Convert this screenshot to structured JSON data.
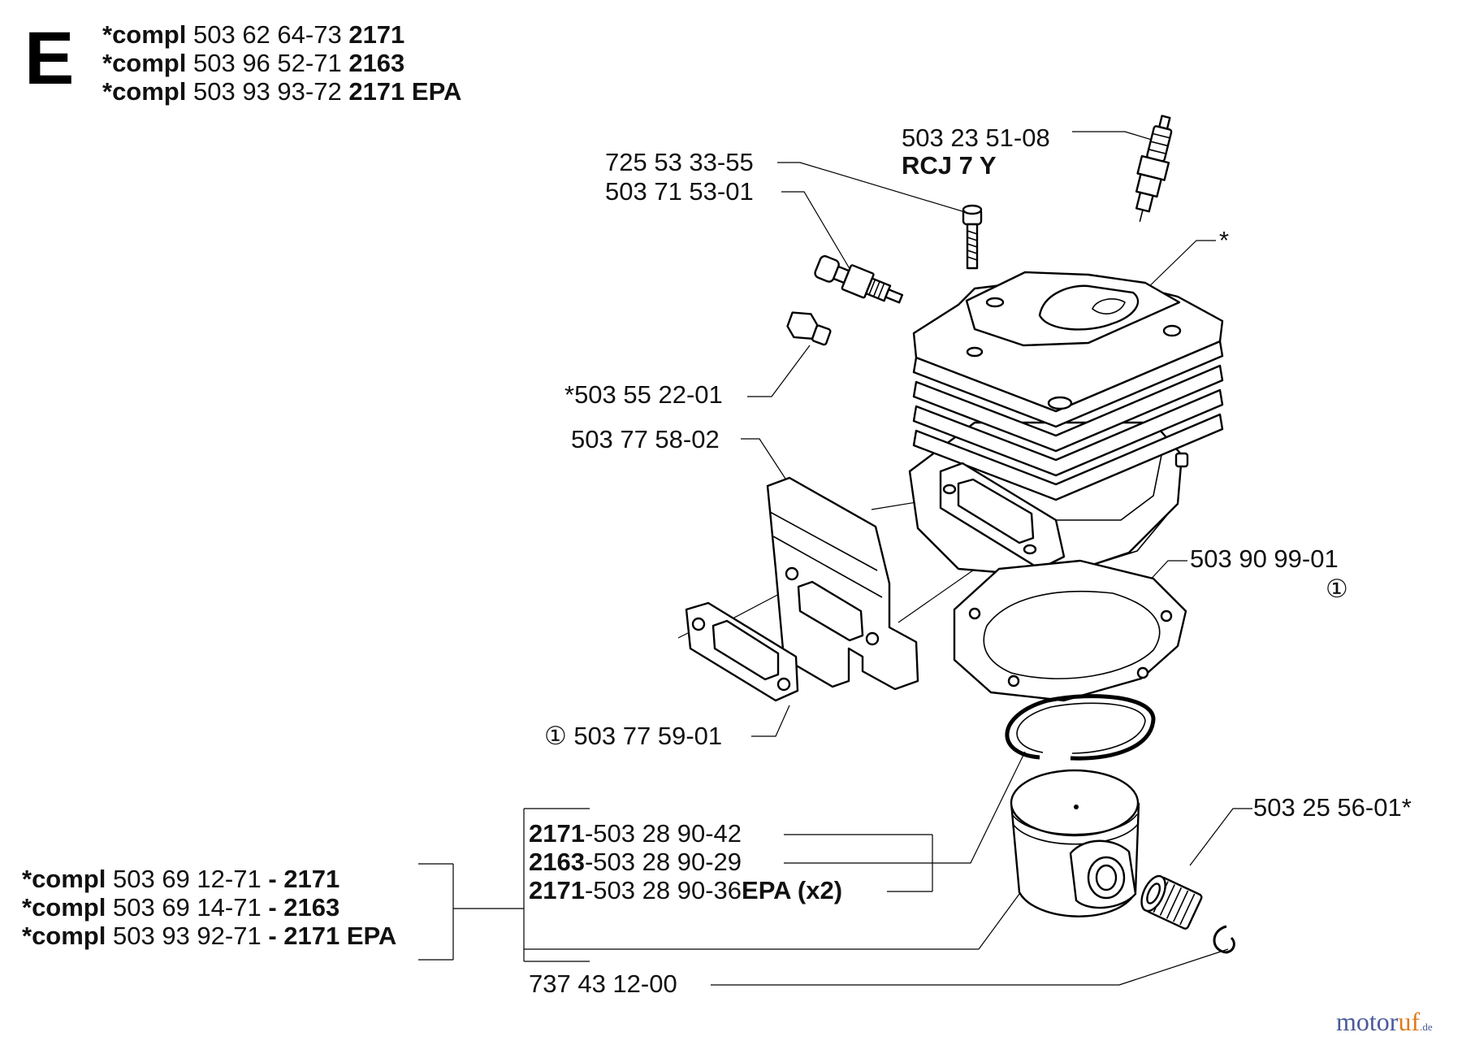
{
  "section": "E",
  "header_rows": [
    {
      "prefix": "*compl",
      "number": "503 62 64-73",
      "model": "2171"
    },
    {
      "prefix": "*compl",
      "number": "503 96 52-71",
      "model": "2163"
    },
    {
      "prefix": "*compl",
      "number": "503 93 93-72",
      "model": "2171 EPA"
    }
  ],
  "parts": {
    "spark_plug": {
      "number": "503 23 51-08",
      "type": "RCJ 7 Y"
    },
    "screw": "725 53 33-55",
    "decomp_valve": "503 71 53-01",
    "plug": "*503 55 22-01",
    "cylinder": "*",
    "heat_shield": "503 77 58-02",
    "base_gasket": "503 90 99-01",
    "base_gasket_note": "①",
    "exhaust_gasket": "① 503 77 59-01",
    "needle_bearing": "503 25 56-01*",
    "circlip": "737 43 12-00"
  },
  "rings": [
    {
      "model": "2171",
      "number": "-503 28 90-42",
      "suffix": ""
    },
    {
      "model": "2163",
      "number": "-503 28 90-29",
      "suffix": ""
    },
    {
      "model": "2171",
      "number": "-503 28 90-36",
      "suffix": "EPA (x2)"
    }
  ],
  "piston_rows": [
    {
      "prefix": "*compl",
      "number": "503 69 12-71",
      "model": "- 2171"
    },
    {
      "prefix": "*compl",
      "number": "503 69 14-71",
      "model": "- 2163"
    },
    {
      "prefix": "*compl",
      "number": "503 93 92-71",
      "model": "- 2171 EPA"
    }
  ],
  "watermark": {
    "main": "motor",
    "accent": "uf",
    "tld": ".de"
  }
}
